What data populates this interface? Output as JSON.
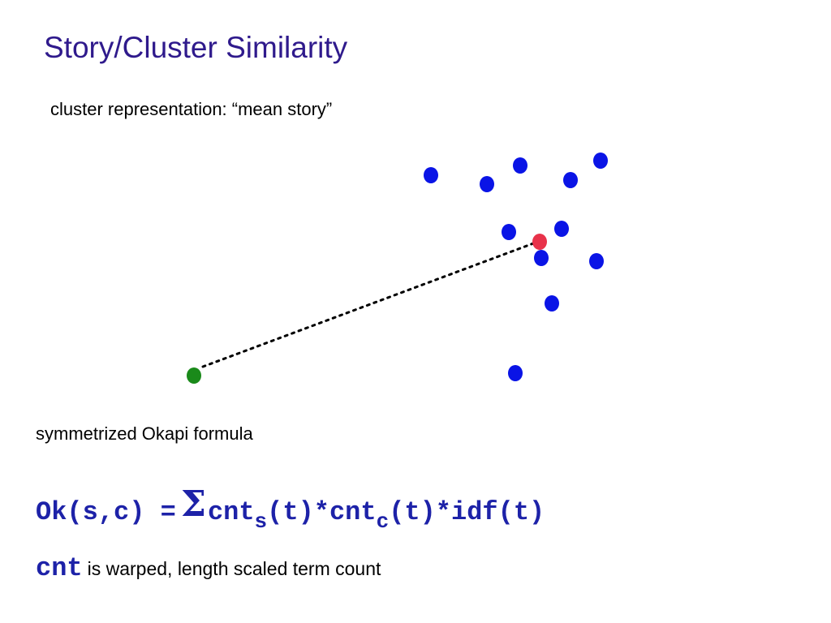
{
  "slide": {
    "title": "Story/Cluster Similarity",
    "subtitle": "cluster representation: “mean story”"
  },
  "diagram": {
    "colors": {
      "story": "#0a14e6",
      "mean": "#e8324a",
      "query": "#1a8a1a",
      "connector": "#000000"
    },
    "connector_style": "dotted"
  },
  "okapi": {
    "heading": "symmetrized Okapi formula",
    "formula": {
      "lhs": "Ok(s,c) =",
      "sigma": "Σ",
      "term1": "cnt",
      "sub1": "s",
      "term2": "(t)*cnt",
      "sub2": "c",
      "term3": "(t)*idf(t)"
    },
    "definition": {
      "term": "cnt",
      "text": "is warped, length scaled term count"
    }
  }
}
